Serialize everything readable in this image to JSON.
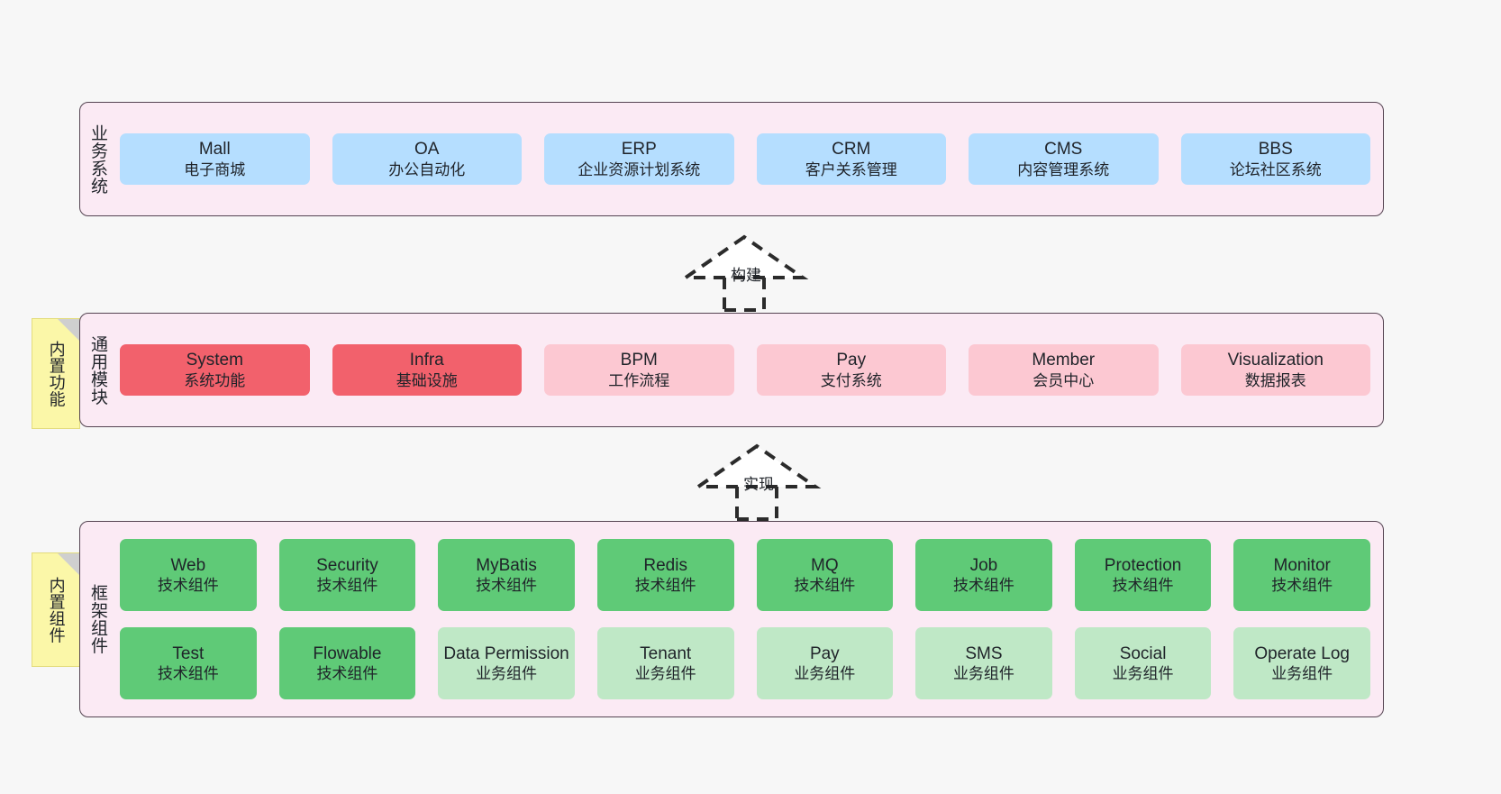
{
  "diagram": {
    "title": "",
    "background_color": "#f7f7f7",
    "layer_fill": "#fbeaf4",
    "layer_border": "#554452",
    "sticky_color": "#fbf7a8"
  },
  "layers": [
    {
      "id": "business-systems",
      "title": "业务系统",
      "accent": "#b5deff",
      "rows": [
        {
          "nodes": [
            {
              "name": "Mall",
              "sub": "电子商城",
              "style": "blue"
            },
            {
              "name": "OA",
              "sub": "办公自动化",
              "style": "blue"
            },
            {
              "name": "ERP",
              "sub": "企业资源计划系统",
              "style": "blue"
            },
            {
              "name": "CRM",
              "sub": "客户关系管理",
              "style": "blue"
            },
            {
              "name": "CMS",
              "sub": "内容管理系统",
              "style": "blue"
            },
            {
              "name": "BBS",
              "sub": "论坛社区系统",
              "style": "blue"
            }
          ]
        }
      ]
    },
    {
      "id": "common-modules",
      "title": "通用模块",
      "sticky": "内置功能",
      "accent": "#f2616c",
      "rows": [
        {
          "nodes": [
            {
              "name": "System",
              "sub": "系统功能",
              "style": "red-strong"
            },
            {
              "name": "Infra",
              "sub": "基础设施",
              "style": "red-strong"
            },
            {
              "name": "BPM",
              "sub": "工作流程",
              "style": "red-soft"
            },
            {
              "name": "Pay",
              "sub": "支付系统",
              "style": "red-soft"
            },
            {
              "name": "Member",
              "sub": "会员中心",
              "style": "red-soft"
            },
            {
              "name": "Visualization",
              "sub": "数据报表",
              "style": "red-soft"
            }
          ]
        }
      ]
    },
    {
      "id": "framework-components",
      "title": "框架组件",
      "sticky": "内置组件",
      "accent": "#5fca77",
      "rows": [
        {
          "nodes": [
            {
              "name": "Web",
              "sub": "技术组件",
              "style": "green-strong"
            },
            {
              "name": "Security",
              "sub": "技术组件",
              "style": "green-strong"
            },
            {
              "name": "MyBatis",
              "sub": "技术组件",
              "style": "green-strong"
            },
            {
              "name": "Redis",
              "sub": "技术组件",
              "style": "green-strong"
            },
            {
              "name": "MQ",
              "sub": "技术组件",
              "style": "green-strong"
            },
            {
              "name": "Job",
              "sub": "技术组件",
              "style": "green-strong"
            },
            {
              "name": "Protection",
              "sub": "技术组件",
              "style": "green-strong"
            },
            {
              "name": "Monitor",
              "sub": "技术组件",
              "style": "green-strong"
            }
          ]
        },
        {
          "nodes": [
            {
              "name": "Test",
              "sub": "技术组件",
              "style": "green-strong"
            },
            {
              "name": "Flowable",
              "sub": "技术组件",
              "style": "green-strong"
            },
            {
              "name": "Data Permission",
              "sub": "业务组件",
              "style": "green-soft"
            },
            {
              "name": "Tenant",
              "sub": "业务组件",
              "style": "green-soft"
            },
            {
              "name": "Pay",
              "sub": "业务组件",
              "style": "green-soft"
            },
            {
              "name": "SMS",
              "sub": "业务组件",
              "style": "green-soft"
            },
            {
              "name": "Social",
              "sub": "业务组件",
              "style": "green-soft"
            },
            {
              "name": "Operate Log",
              "sub": "业务组件",
              "style": "green-soft"
            }
          ]
        }
      ]
    }
  ],
  "connectors": [
    {
      "id": "build",
      "label": "构建",
      "from": "common-modules",
      "to": "business-systems",
      "style": "dashed-generalization"
    },
    {
      "id": "implement",
      "label": "实现",
      "from": "framework-components",
      "to": "common-modules",
      "style": "dashed-generalization"
    }
  ]
}
